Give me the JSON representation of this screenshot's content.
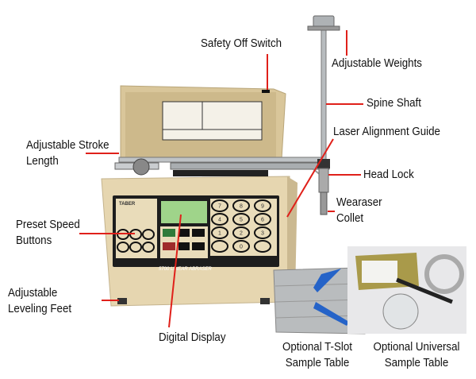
{
  "labels": {
    "safety_off_switch": "Safety Off Switch",
    "adjustable_weights": "Adjustable Weights",
    "spine_shaft": "Spine Shaft",
    "laser_alignment_guide": "Laser Alignment Guide",
    "head_lock": "Head Lock",
    "wearaser_collet": [
      "Wearaser",
      "Collet"
    ],
    "adjustable_stroke_length": [
      "Adjustable Stroke",
      "Length"
    ],
    "preset_speed_buttons": [
      "Preset Speed",
      "Buttons"
    ],
    "adjustable_leveling_feet": [
      "Adjustable",
      "Leveling Feet"
    ],
    "digital_display": "Digital Display",
    "t_slot_table": [
      "Optional T-Slot",
      "Sample Table"
    ],
    "universal_table": [
      "Optional Universal",
      "Sample Table"
    ]
  },
  "device": {
    "brand": "TABER",
    "model": "5700 LINEAR ABRASER",
    "keypad": [
      "7",
      "8",
      "9",
      "4",
      "5",
      "6",
      "1",
      "2",
      "3",
      "",
      "0",
      ""
    ]
  },
  "colors": {
    "leader": "#e0201a",
    "body": "#e6d6b0",
    "panel": "#1d1d1d",
    "lcd": "#9fd48a"
  }
}
